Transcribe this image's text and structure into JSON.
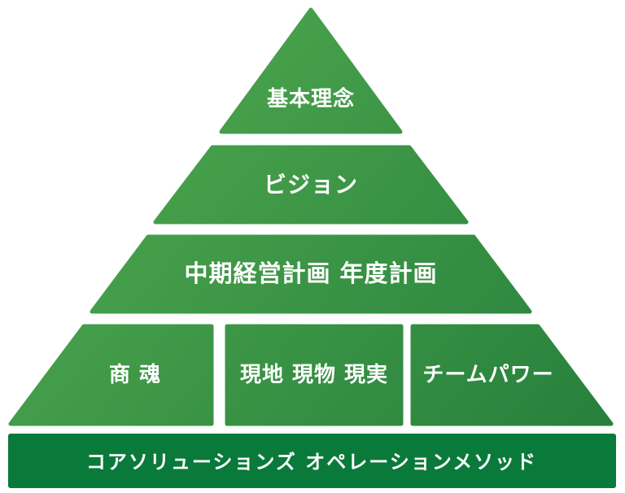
{
  "colors": {
    "gradient_light": "#4fa84e",
    "gradient_dark": "#26803c",
    "base_bar": "#0a7a3b",
    "text": "#ffffff",
    "background": "#ffffff"
  },
  "pyramid": {
    "levels": [
      {
        "label": "基本理念"
      },
      {
        "label": "ビジョン"
      },
      {
        "label": "中期経営計画 年度計画"
      },
      {
        "blocks": [
          {
            "label": "商 魂"
          },
          {
            "label": "現地 現物 現実"
          },
          {
            "label": "チームパワー"
          }
        ]
      }
    ],
    "base": {
      "label": "コアソリューションズ オペレーションメソッド"
    }
  }
}
